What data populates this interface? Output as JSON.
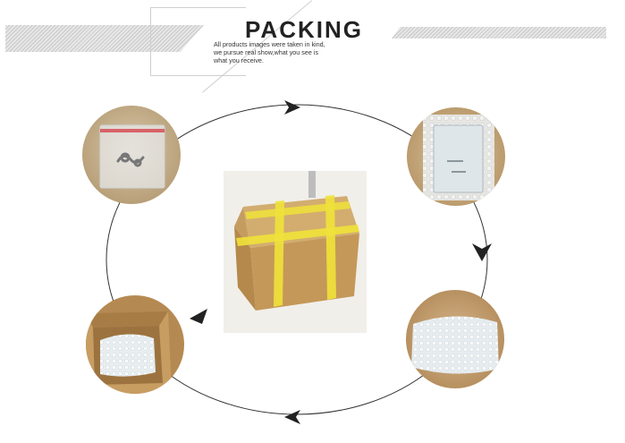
{
  "header": {
    "title": "PACKING",
    "subtitle_lines": [
      "All products images were taken in kind,",
      "we pursue real show,what you see is",
      "what you receive."
    ]
  },
  "colors": {
    "cardboard": "#c9a66b",
    "tape": "#f0e23a",
    "bubble_wrap": "#e8eef0",
    "arrow": "#222222"
  }
}
